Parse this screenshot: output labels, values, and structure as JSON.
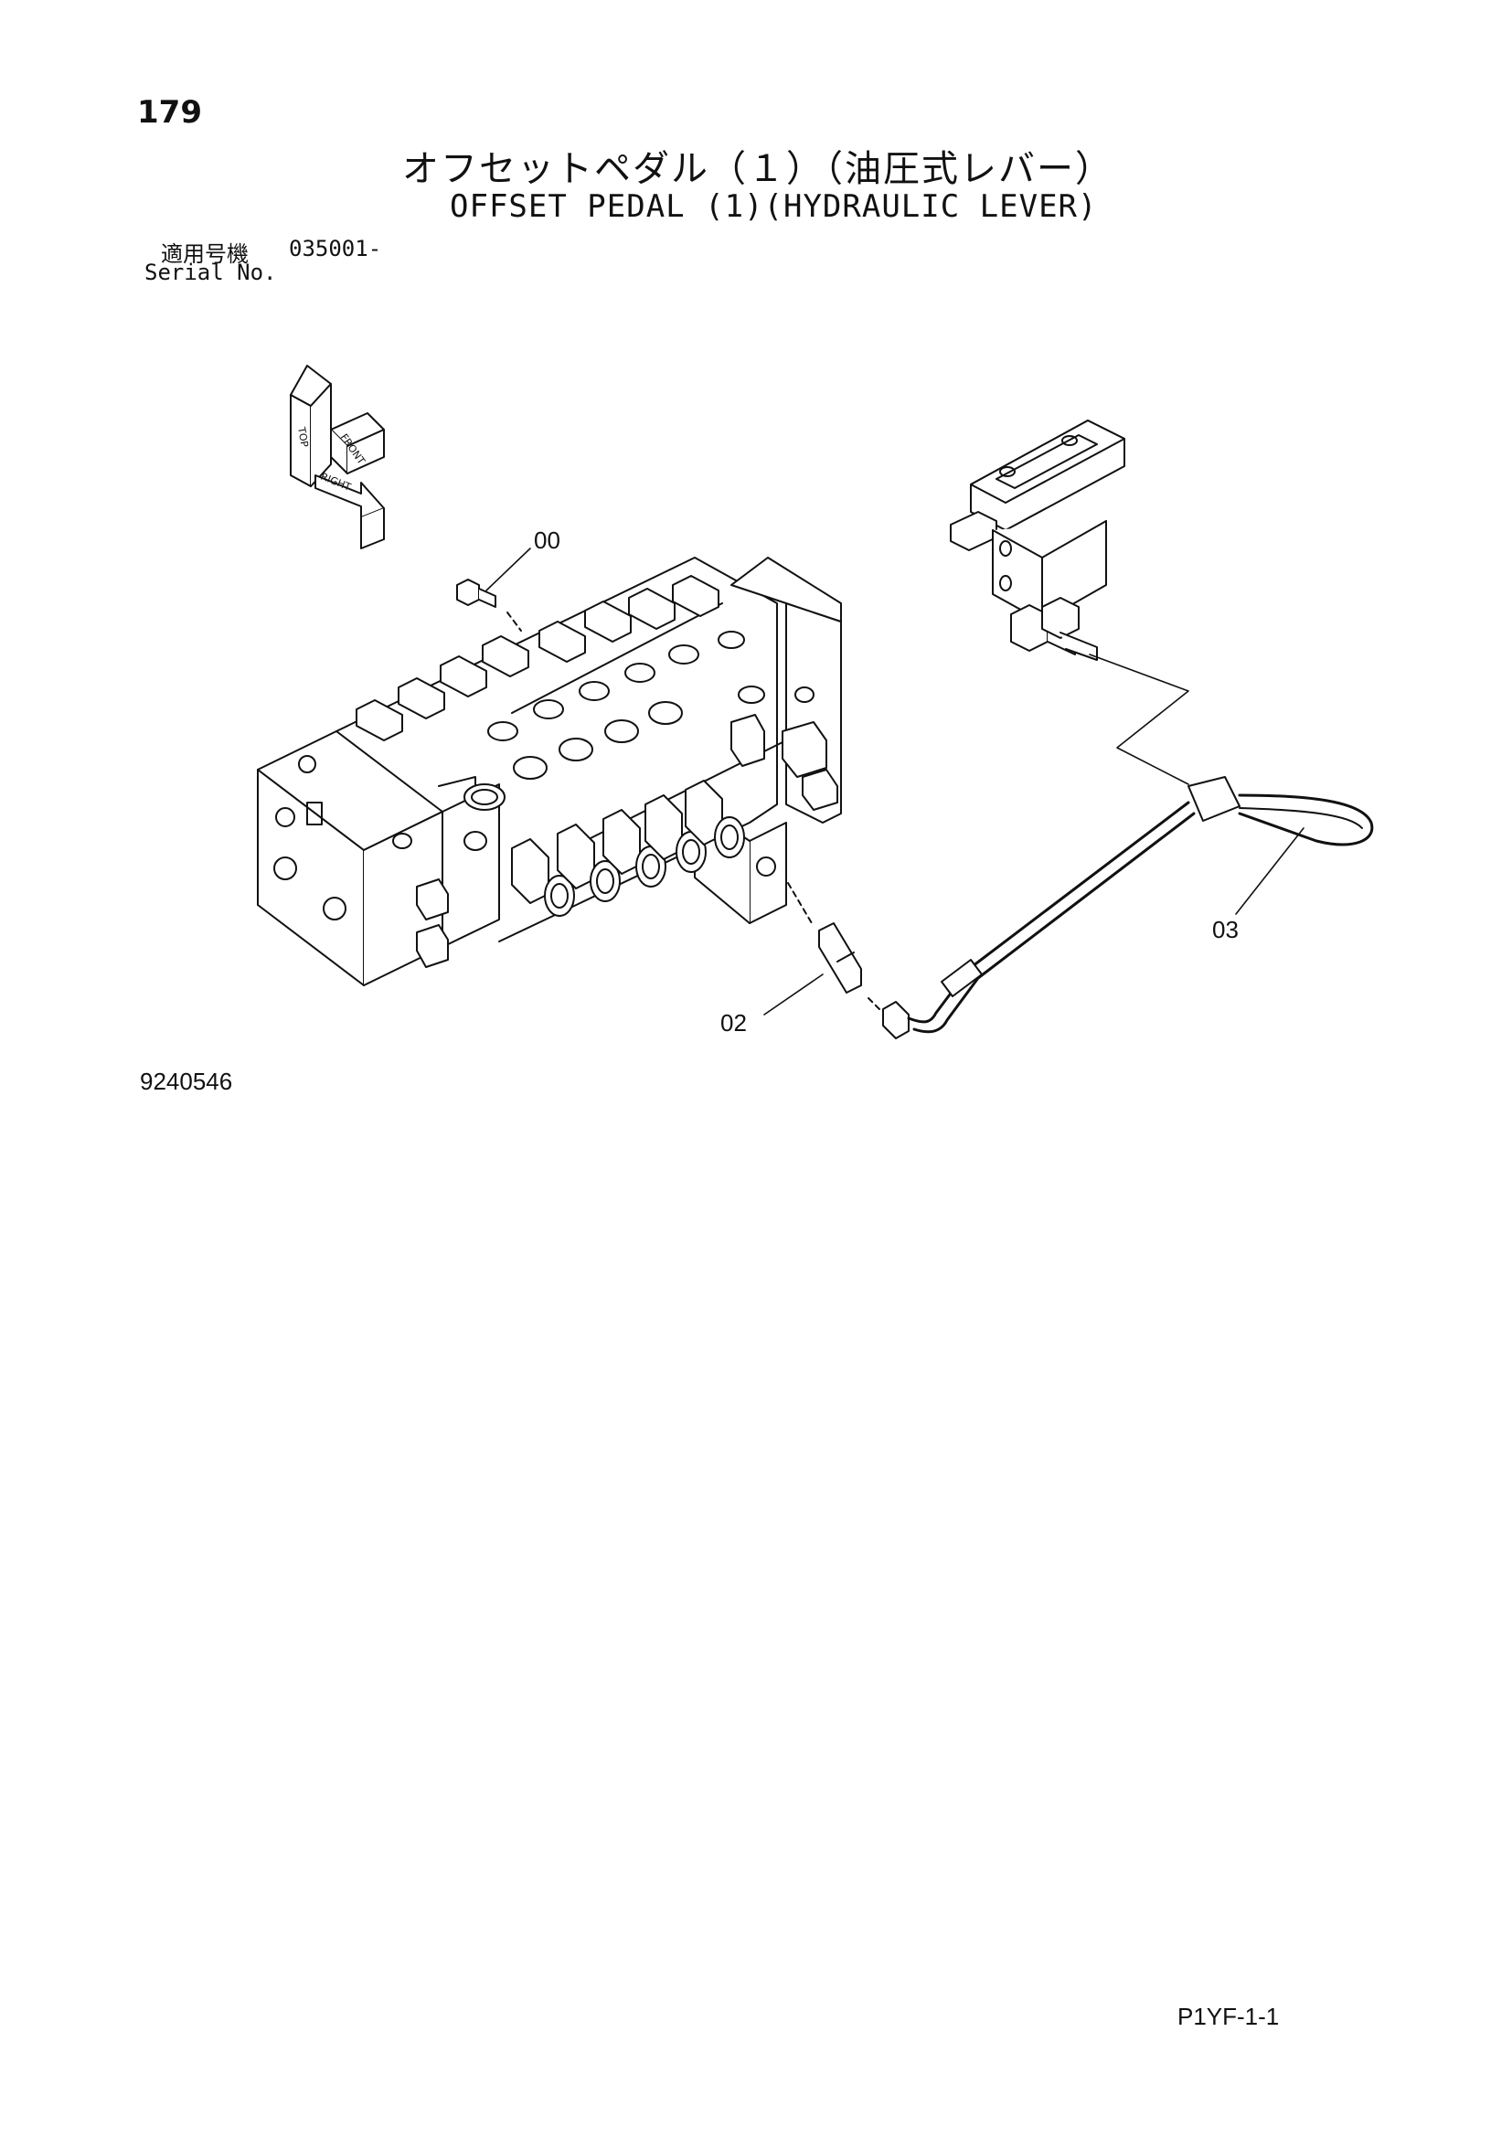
{
  "header": {
    "page_number": "179",
    "title_ja": "オフセットペダル（１）（油圧式レバー）",
    "title_en": "OFFSET PEDAL (1)(HYDRAULIC LEVER)",
    "serial_label_ja": "適用号機",
    "serial_value": "035001-",
    "serial_label_en": "Serial No."
  },
  "orientation_icon": {
    "labels": [
      "TOP",
      "FRONT",
      "RIGHT"
    ]
  },
  "callouts": [
    "00",
    "02",
    "03"
  ],
  "figure_id": "9240546",
  "footer": {
    "page_code": "P1YF-1-1"
  }
}
